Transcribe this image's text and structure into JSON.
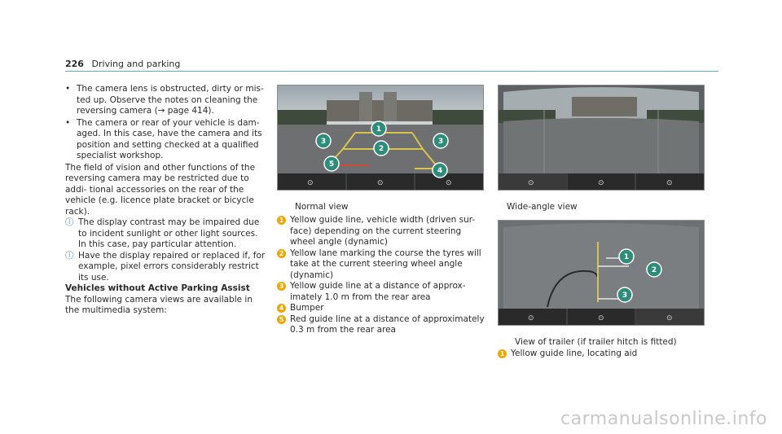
{
  "header": {
    "page_number": "226",
    "section": "Driving and parking"
  },
  "col1": {
    "bullets": [
      "The camera lens is obstructed, dirty or mis- ted up. Observe the notes on cleaning the reversing camera (→ page 414).",
      "The camera or rear of your vehicle is dam- aged. In this case, have the camera and its position and setting checked at a qualified specialist workshop."
    ],
    "paragraph": "The field of vision and other functions of the reversing camera may be restricted due to addi- tional accessories on the rear of the vehicle (e.g. licence plate bracket or bicycle rack).",
    "notes": [
      "The display contrast may be impaired due to incident sunlight or other light sources. In this case, pay particular attention.",
      "Have the display repaired or replaced if, for example, pixel errors considerably restrict its use."
    ],
    "heading": "Vehicles without Active Parking Assist",
    "intro": "The following camera views are available in the multimedia system:"
  },
  "normal": {
    "caption": "Normal view",
    "callouts": [
      "1",
      "2",
      "3",
      "3",
      "4",
      "5"
    ],
    "items": [
      {
        "n": "1",
        "text": "Yellow guide line, vehicle width (driven sur- face) depending on the current steering wheel angle (dynamic)"
      },
      {
        "n": "2",
        "text": "Yellow lane marking the course the tyres will take at the current steering wheel angle (dynamic)"
      },
      {
        "n": "3",
        "text": "Yellow guide line at a distance of approx- imately 1.0 m from the rear area"
      },
      {
        "n": "4",
        "text": "Bumper"
      },
      {
        "n": "5",
        "text": "Red guide line at a distance of approximately 0.3 m from the rear area"
      }
    ]
  },
  "wide": {
    "caption": "Wide-angle view"
  },
  "trailer": {
    "caption": "View of trailer (if trailer hitch is fitted)",
    "callouts": [
      "1",
      "2",
      "3"
    ],
    "items": [
      {
        "n": "1",
        "text": "Yellow guide line, locating aid"
      }
    ]
  },
  "footer": {
    "watermark": "carmanualsonline.info"
  },
  "colors": {
    "accent_rule": "#6ba6c9",
    "callout": "#f0a500",
    "guide_yellow": "#d9c34a",
    "guide_red": "#d04a3a"
  }
}
